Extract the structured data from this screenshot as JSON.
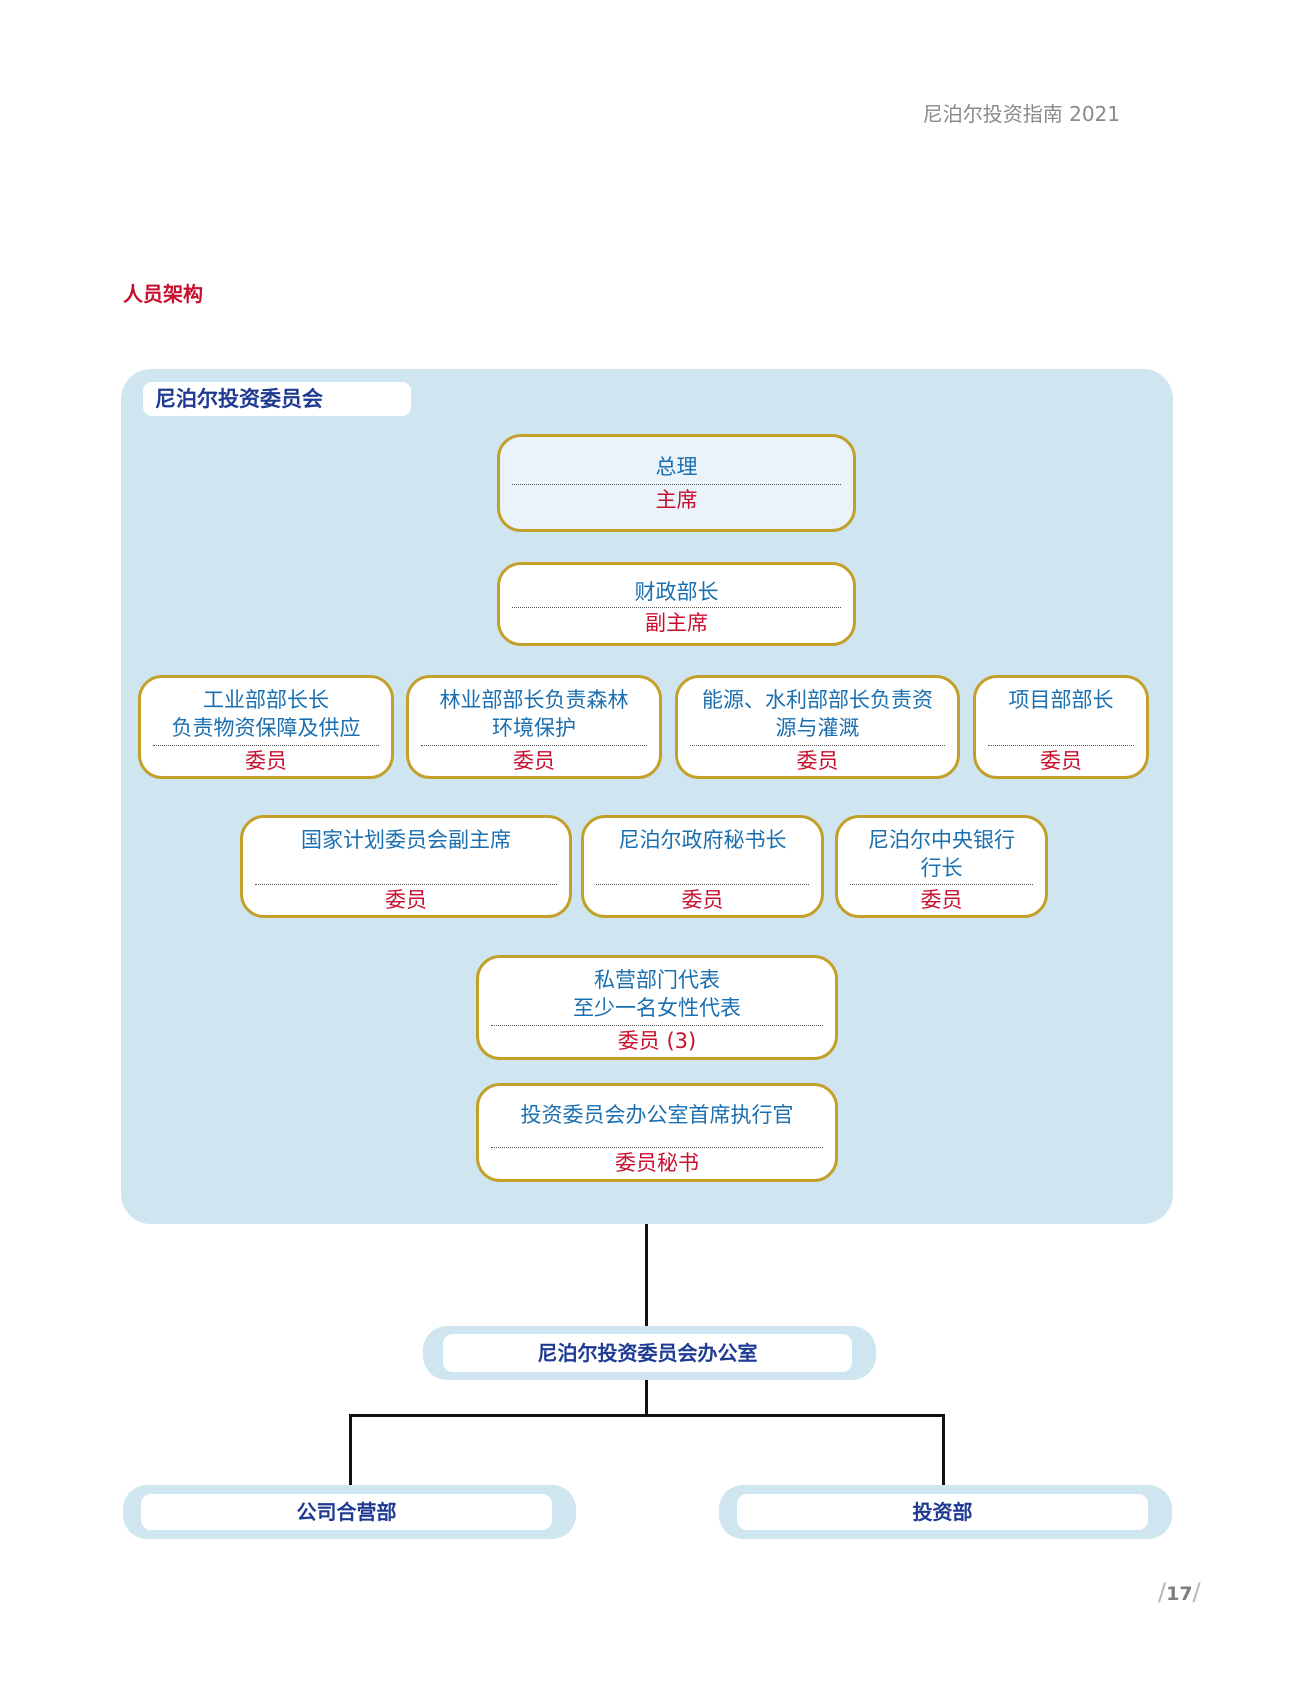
{
  "header": {
    "title": "尼泊尔投资指南 2021"
  },
  "section": {
    "title": "人员架构"
  },
  "committee": {
    "label": "尼泊尔投资委员会",
    "members": [
      {
        "title": "总理",
        "role": "主席"
      },
      {
        "title": "财政部长",
        "role": "副主席"
      },
      {
        "title": "工业部部长长\n负责物资保障及供应",
        "role": "委员"
      },
      {
        "title": "林业部部长负责森林\n环境保护",
        "role": "委员"
      },
      {
        "title": "能源、水利部部长负责资\n源与灌溉",
        "role": "委员"
      },
      {
        "title": "项目部部长",
        "role": "委员"
      },
      {
        "title": "国家计划委员会副主席",
        "role": "委员"
      },
      {
        "title": "尼泊尔政府秘书长",
        "role": "委员"
      },
      {
        "title": "尼泊尔中央银行\n行长",
        "role": "委员"
      },
      {
        "title": "私营部门代表\n至少一名女性代表",
        "role": "委员 (3)"
      },
      {
        "title": "投资委员会办公室首席执行官",
        "role": "委员秘书"
      }
    ]
  },
  "office": {
    "label": "尼泊尔投资委员会办公室"
  },
  "departments": [
    {
      "label": "公司合营部"
    },
    {
      "label": "投资部"
    }
  ],
  "footer": {
    "page_number": "17"
  }
}
